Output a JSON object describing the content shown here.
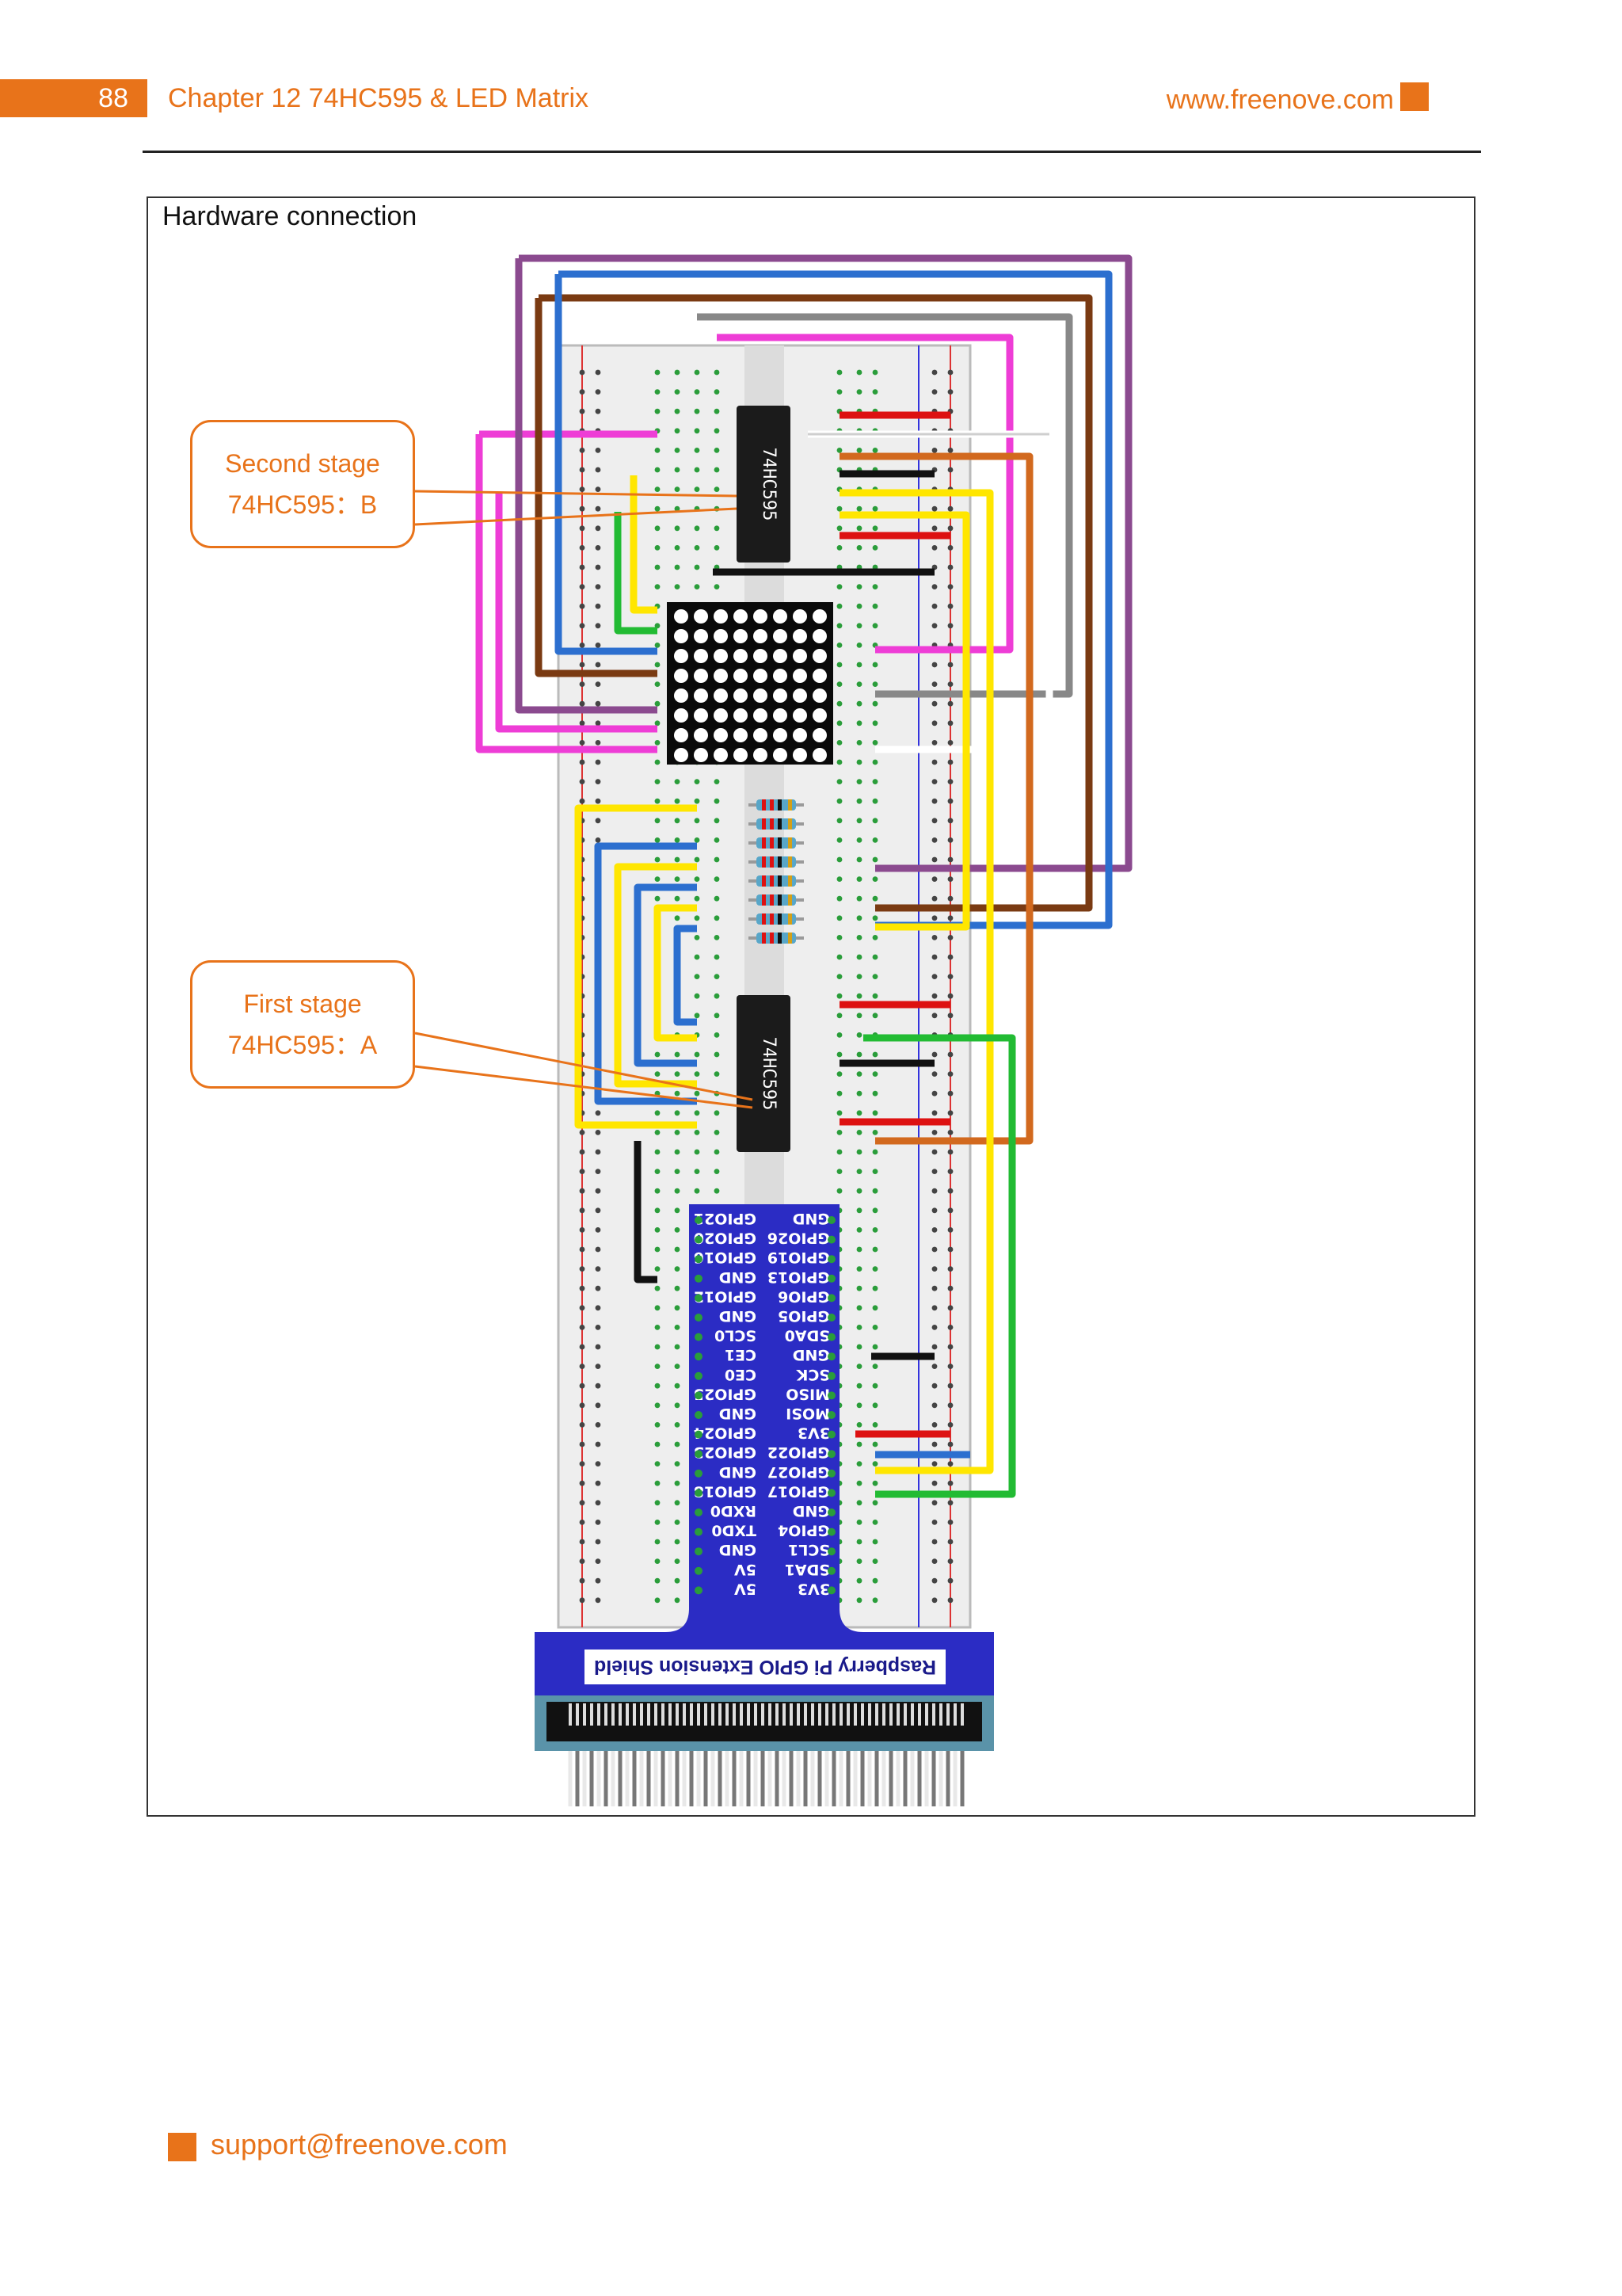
{
  "header": {
    "page_number": "88",
    "chapter_title": "Chapter 12 74HC595 & LED Matrix",
    "site_url": "www.freenove.com",
    "accent_color": "#e8731a"
  },
  "figure": {
    "label": "Hardware connection",
    "callout_b": {
      "line1": "Second stage",
      "line2": "74HC595：B"
    },
    "callout_a": {
      "line1": "First stage",
      "line2": "74HC595：A"
    },
    "chip_label": "74HC595",
    "shield_label": "Raspberry Pi GPIO Extension Shield",
    "gpio_left": [
      "GPIO21",
      "GPIO20",
      "GPIO16",
      "GND",
      "GPIO12",
      "GND",
      "SCL0",
      "CE1",
      "CE0",
      "GPIO25",
      "GND",
      "GPIO24",
      "GPIO23",
      "GND",
      "GPIO18",
      "RXD0",
      "TXD0",
      "GND",
      "5V",
      "5V"
    ],
    "gpio_right": [
      "GND",
      "GPIO26",
      "GPIO19",
      "GPIO13",
      "GPIO6",
      "GPIO5",
      "SDA0",
      "GND",
      "SCK",
      "MISO",
      "MOSI",
      "3V3",
      "GPIO22",
      "GPIO27",
      "GPIO17",
      "GND",
      "GPIO4",
      "SCL1",
      "SDA1",
      "3V3"
    ]
  },
  "footer": {
    "email": "support@freenove.com"
  }
}
